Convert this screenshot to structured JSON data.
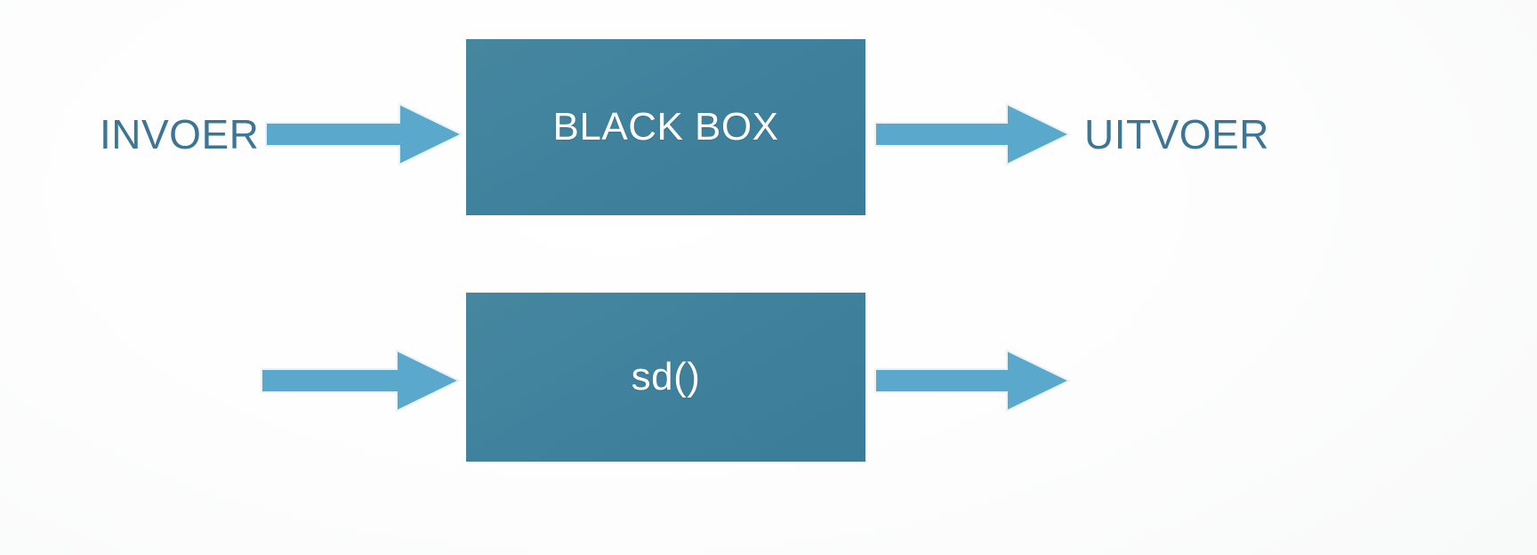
{
  "diagram": {
    "title": "Black box process diagram",
    "background_color": "#ffffff",
    "box_fill_color": "#3f83a0",
    "arrow_fill_color": "#5aa8cb",
    "arrow_outline_color": "#eaf4f9",
    "label_text_color": "#3d7694",
    "box_text_color": "#ffffff",
    "rows": [
      {
        "id": "row-1",
        "input_label": "INVOER",
        "box_label": "BLACK BOX",
        "output_label": "UITVOER",
        "input_arrow": "arrow-right-icon",
        "output_arrow": "arrow-right-icon"
      },
      {
        "id": "row-2",
        "input_label": "",
        "box_label": "sd()",
        "output_label": "",
        "input_arrow": "arrow-right-icon",
        "output_arrow": "arrow-right-icon"
      }
    ]
  }
}
